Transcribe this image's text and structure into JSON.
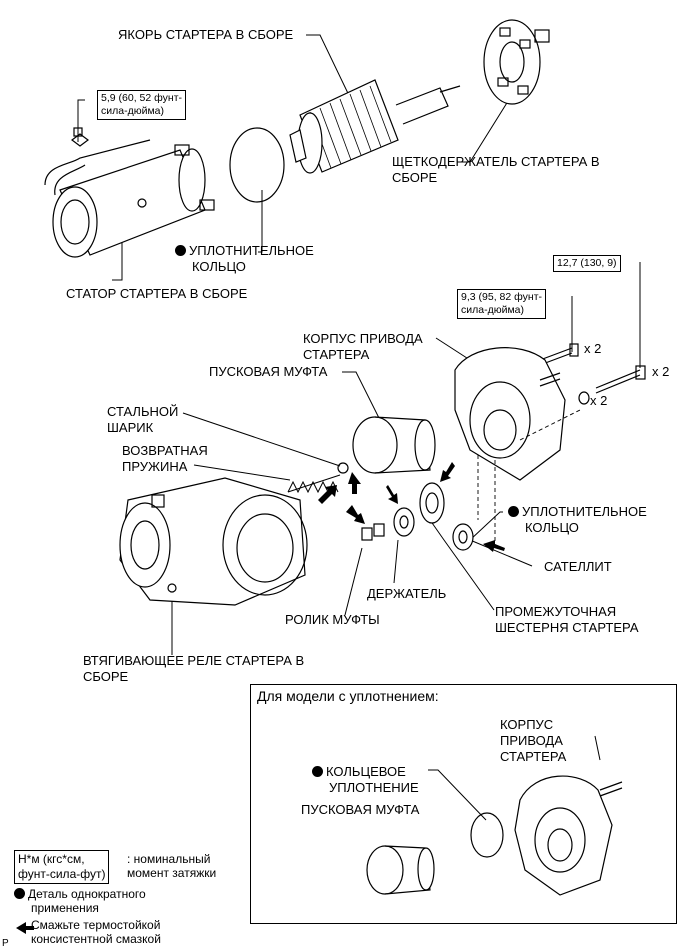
{
  "labels": {
    "armature": "ЯКОРЬ СТАРТЕРА В СБОРЕ",
    "brush_holder": [
      "ЩЕТКОДЕРЖАТЕЛЬ СТАРТЕРА В",
      "СБОРЕ"
    ],
    "torque_field_frame": [
      "5,9 (60, 52 фунт-",
      "сила-дюйма)"
    ],
    "seal_ring_1": [
      "УПЛОТНИТЕЛЬНОЕ",
      "КОЛЬЦО"
    ],
    "field_frame": "СТАТОР СТАРТЕРА В СБОРЕ",
    "torque_through_bolt": "12,7 (130, 9)",
    "torque_housing_bolt": [
      "9,3 (95, 82 фунт-",
      "сила-дюйма)"
    ],
    "drive_housing": [
      "КОРПУС ПРИВОДА",
      "СТАРТЕРА"
    ],
    "starter_clutch": "ПУСКОВАЯ МУФТА",
    "steel_ball": [
      "СТАЛЬНОЙ",
      "ШАРИК"
    ],
    "return_spring": [
      "ВОЗВРАТНАЯ",
      "ПРУЖИНА"
    ],
    "qty_x2_a": "x 2",
    "qty_x2_b": "x 2",
    "qty_x2_c": "x 2",
    "seal_ring_2": [
      "УПЛОТНИТЕЛЬНОЕ",
      "КОЛЬЦО"
    ],
    "planetary": "САТЕЛЛИТ",
    "retainer": "ДЕРЖАТЕЛЬ",
    "clutch_roller": "РОЛИК МУФТЫ",
    "idle_gear": [
      "ПРОМЕЖУТОЧНАЯ",
      "ШЕСТЕРНЯ СТАРТЕРА"
    ],
    "solenoid": [
      "ВТЯГИВАЮЩЕЕ РЕЛЕ СТАРТЕРА В",
      "СБОРЕ"
    ]
  },
  "inset": {
    "title": "Для модели с уплотнением:",
    "drive_housing": [
      "КОРПУС",
      "ПРИВОДА",
      "СТАРТЕРА"
    ],
    "o_ring": [
      "КОЛЬЦЕВОЕ",
      "УПЛОТНЕНИЕ"
    ],
    "starter_clutch": "ПУСКОВАЯ МУФТА"
  },
  "legend": {
    "torque_box": [
      "Н*м (кгс*см,",
      "фунт-сила-фут)"
    ],
    "torque_desc": [
      ": номинальный",
      "момент затяжки"
    ],
    "non_reusable": [
      "Деталь однократного",
      "применения"
    ],
    "grease": [
      "Смажьте термостойкой",
      "консистентной смазкой"
    ]
  },
  "corner_mark": "P"
}
